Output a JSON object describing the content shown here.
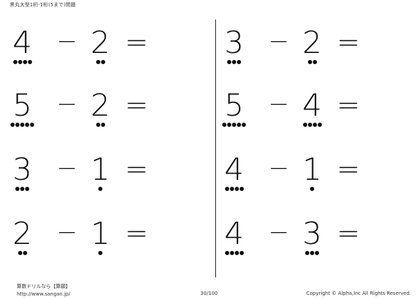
{
  "header": {
    "title": "黒丸大型1桁-1桁(5まで)問題"
  },
  "problems_left": [
    {
      "a": "4",
      "op": "−",
      "b": "2",
      "eq": "=",
      "a_dots": 4,
      "b_dots": 2
    },
    {
      "a": "5",
      "op": "−",
      "b": "2",
      "eq": "=",
      "a_dots": 5,
      "b_dots": 2
    },
    {
      "a": "3",
      "op": "−",
      "b": "1",
      "eq": "=",
      "a_dots": 3,
      "b_dots": 1
    },
    {
      "a": "2",
      "op": "−",
      "b": "1",
      "eq": "=",
      "a_dots": 2,
      "b_dots": 1
    }
  ],
  "problems_right": [
    {
      "a": "3",
      "op": "−",
      "b": "2",
      "eq": "=",
      "a_dots": 3,
      "b_dots": 2
    },
    {
      "a": "5",
      "op": "−",
      "b": "4",
      "eq": "=",
      "a_dots": 5,
      "b_dots": 4
    },
    {
      "a": "4",
      "op": "−",
      "b": "1",
      "eq": "=",
      "a_dots": 4,
      "b_dots": 1
    },
    {
      "a": "4",
      "op": "−",
      "b": "3",
      "eq": "=",
      "a_dots": 4,
      "b_dots": 3
    }
  ],
  "footer": {
    "site_name": "算数ドリルなら【算願】",
    "url": "http://www.sangan.jp/",
    "page": "30/100",
    "copyright": "Copyright © Alpha,Inc All Rights Reserved."
  }
}
